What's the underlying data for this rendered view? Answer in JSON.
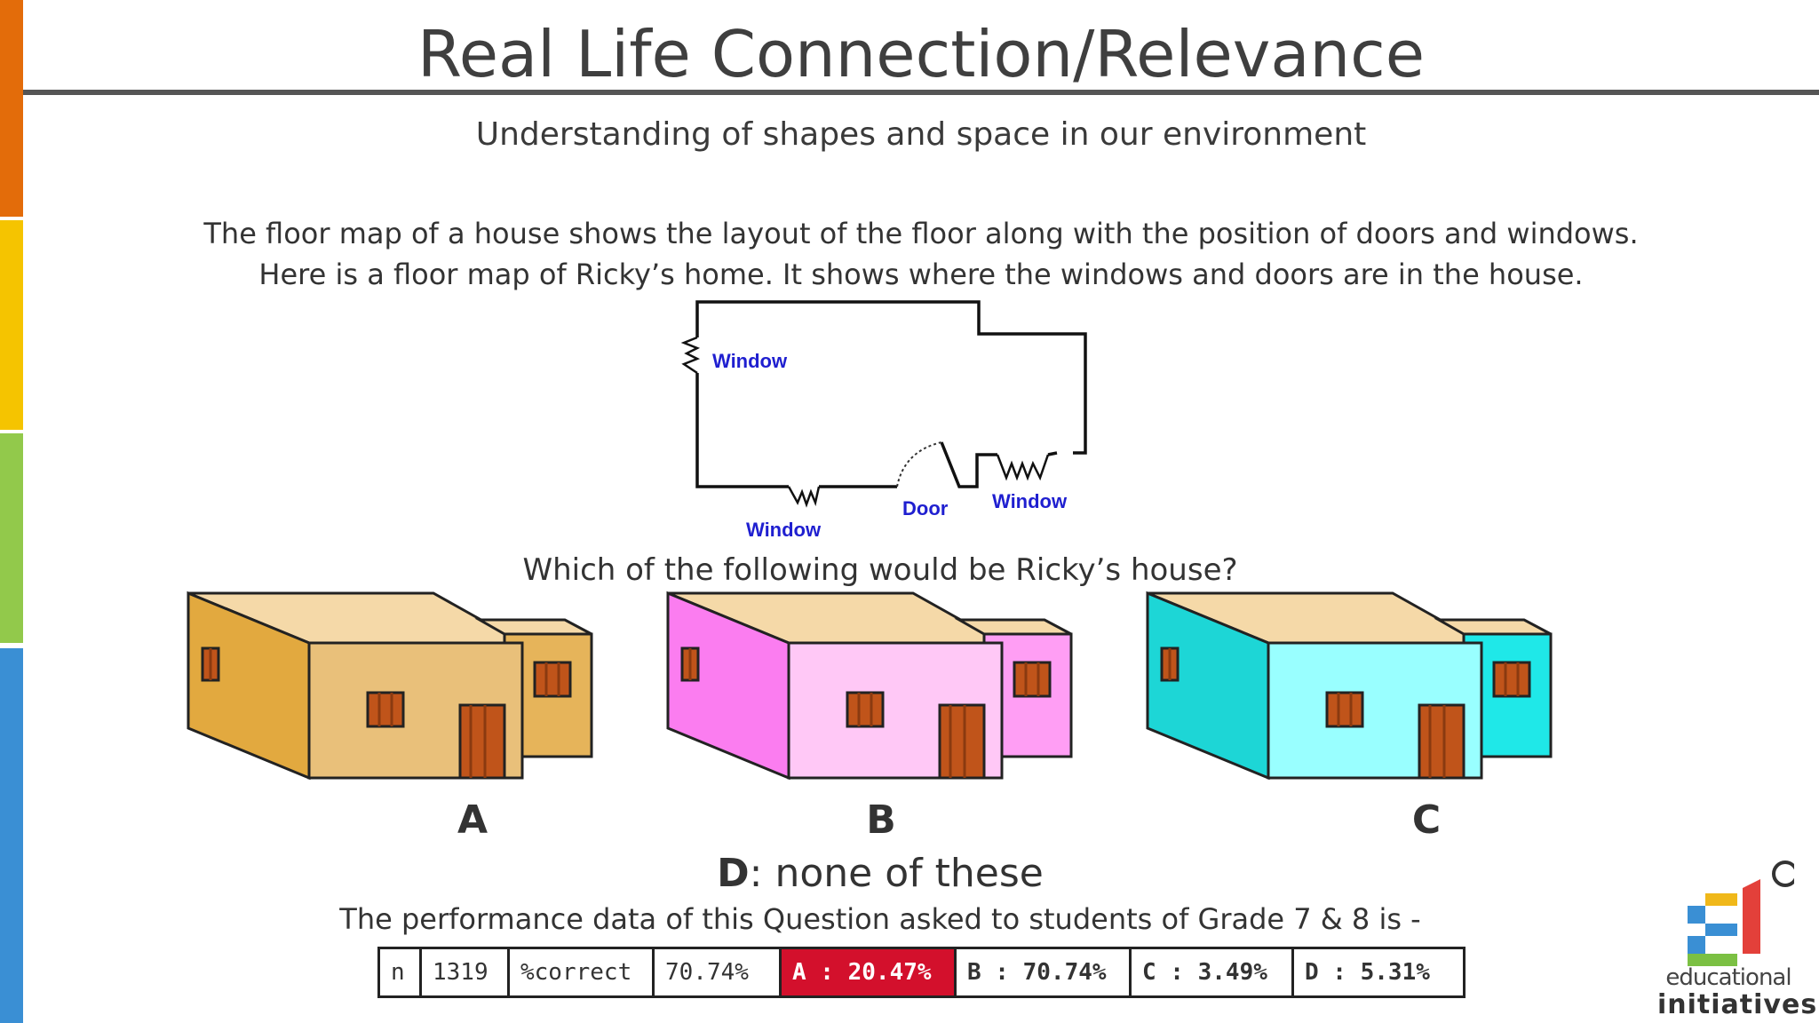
{
  "slide": {
    "title": "Real Life Connection/Relevance",
    "subtitle": "Understanding of shapes and space in our environment",
    "paragraph_line1": "The floor map of a house shows the layout of the floor along with the position of doors and windows.",
    "paragraph_line2": "Here is a floor map of Ricky’s home. It shows where the windows and doors are in the house.",
    "question": "Which of the following would be Ricky’s house?",
    "option_d_letter": "D",
    "option_d_text": ": none of these",
    "performance_intro": "The performance data of this Question asked to students of Grade 7 & 8 is -"
  },
  "floor_map": {
    "labels": {
      "window_left": "Window",
      "window_bottom": "Window",
      "door": "Door",
      "window_right": "Window"
    }
  },
  "houses": [
    {
      "label": "A",
      "front_color": "#e9c07a",
      "side_color": "#e2a93f",
      "annex_color": "#e6b45a",
      "roof_color": "#f5d9a8"
    },
    {
      "label": "B",
      "front_color": "#ffc8f6",
      "side_color": "#fb7df0",
      "annex_color": "#ff9ef4",
      "roof_color": "#f5d9a8"
    },
    {
      "label": "C",
      "front_color": "#99ffff",
      "side_color": "#1dd6d6",
      "annex_color": "#1fe8e8",
      "roof_color": "#f5d9a8"
    }
  ],
  "performance_table": {
    "cells": [
      "n",
      "1319",
      "%correct",
      "70.74%",
      "A : 20.47%",
      "B : 70.74%",
      "C : 3.49%",
      "D : 5.31%"
    ]
  },
  "logo": {
    "line1": "educational",
    "line2": "initiatives"
  },
  "colors": {
    "bar_orange": "#e36c0a",
    "bar_yellow": "#f5c400",
    "bar_green": "#92c94b",
    "bar_blue": "#3a8fd4",
    "map_label_blue": "#1f1fd0",
    "table_highlight": "#d3102c"
  }
}
